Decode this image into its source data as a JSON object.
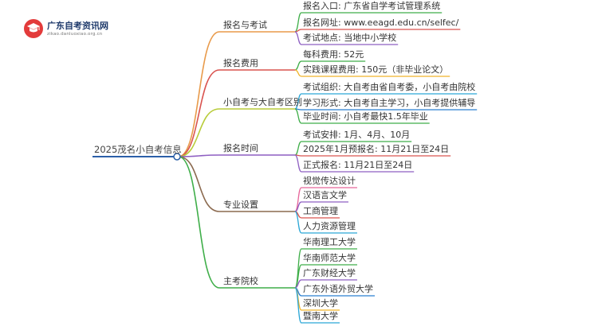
{
  "logo": {
    "name": "广东自考资讯网",
    "url": "zikao.danluoxiao.org.cn",
    "icon": "graduation-cap-icon",
    "color": "#e33b3b"
  },
  "root": {
    "label": "2025茂名小自考信息",
    "color": "#2b5fa8"
  },
  "branches": [
    {
      "label": "报名与考试",
      "color": "#e89a4a",
      "children": [
        {
          "label": "报名入口: 广东省自学考试管理系统",
          "color": "#3fae49"
        },
        {
          "label": "报名网址: www.eeagd.edu.cn/selfec/",
          "color": "#d9534f"
        },
        {
          "label": "考试地点: 当地中小学校",
          "color": "#8e5fc2"
        }
      ]
    },
    {
      "label": "报名费用",
      "color": "#d9534f",
      "children": [
        {
          "label": "每科费用: 52元",
          "color": "#3fae49"
        },
        {
          "label": "实践课程费用: 150元（非毕业论文）",
          "color": "#f0b429"
        }
      ]
    },
    {
      "label": "小自考与大自考区别",
      "color": "#b8cc3a",
      "children": [
        {
          "label": "考试组织: 大自考由省自考委，小自考由院校",
          "color": "#2aa6d6"
        },
        {
          "label": "学习形式: 大自考自主学习，小自考提供辅导",
          "color": "#2b7fd0"
        },
        {
          "label": "毕业时间: 小自考最快1.5年毕业",
          "color": "#3fae49"
        }
      ]
    },
    {
      "label": "报名时间",
      "color": "#8e5fc2",
      "children": [
        {
          "label": "考试安排: 1月、4月、10月",
          "color": "#3fae49"
        },
        {
          "label": "2025年1月预报名: 11月21日至24日",
          "color": "#d9534f"
        },
        {
          "label": "正式报名: 11月21日至24日",
          "color": "#8e5fc2"
        }
      ]
    },
    {
      "label": "专业设置",
      "color": "#8b6a4f",
      "children": [
        {
          "label": "视觉传达设计",
          "color": "#e7669a"
        },
        {
          "label": "汉语言文学",
          "color": "#8e5fc2"
        },
        {
          "label": "工商管理",
          "color": "#d9534f"
        },
        {
          "label": "人力资源管理",
          "color": "#2aa6d6"
        }
      ]
    },
    {
      "label": "主考院校",
      "color": "#3fae49",
      "children": [
        {
          "label": "华南理工大学",
          "color": "#3fae49"
        },
        {
          "label": "华南师范大学",
          "color": "#3fae49"
        },
        {
          "label": "广东财经大学",
          "color": "#8e5fc2"
        },
        {
          "label": "广东外语外贸大学",
          "color": "#2b7fd0"
        },
        {
          "label": "深圳大学",
          "color": "#f0b429"
        },
        {
          "label": "暨南大学",
          "color": "#2aa6d6"
        }
      ]
    }
  ]
}
